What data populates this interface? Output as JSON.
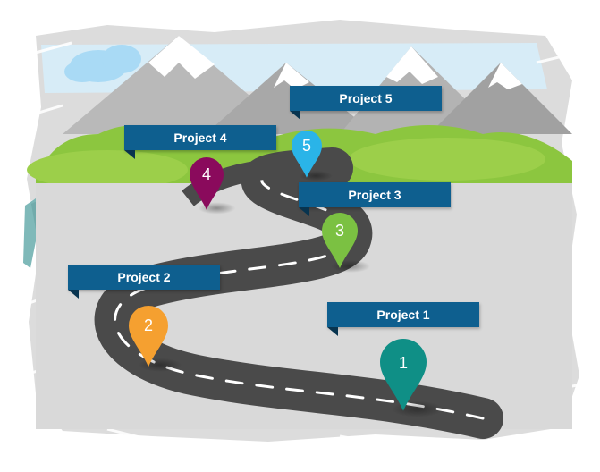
{
  "projects": [
    {
      "banner": "Project 1",
      "pin": "1",
      "pin_color": "#0f8f86"
    },
    {
      "banner": "Project 2",
      "pin": "2",
      "pin_color": "#f5a030"
    },
    {
      "banner": "Project 3",
      "pin": "3",
      "pin_color": "#7bc142"
    },
    {
      "banner": "Project 4",
      "pin": "4",
      "pin_color": "#8a0a5c"
    },
    {
      "banner": "Project 5",
      "pin": "5",
      "pin_color": "#2ab4e8"
    }
  ],
  "colors": {
    "banner": "#0e5f8f",
    "banner_fold": "#08344f",
    "road": "#4a4a4a",
    "grass": "#8cc63f",
    "sky": "#d7ecf7",
    "mountain": "#b9b9b9"
  }
}
